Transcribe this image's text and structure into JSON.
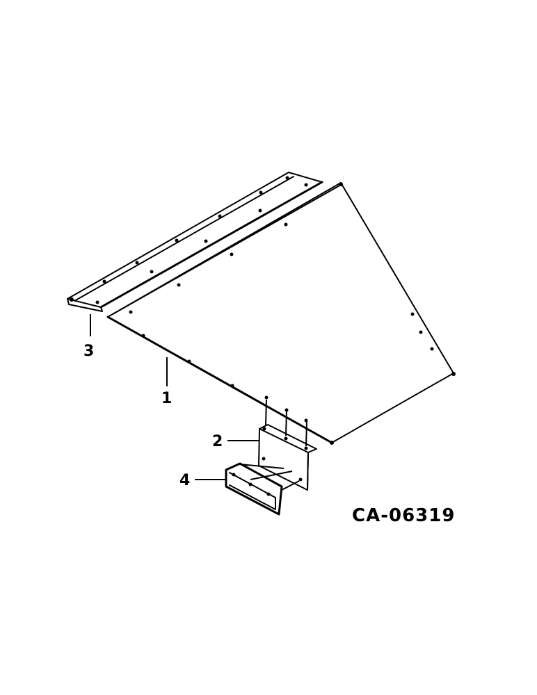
{
  "drawing": {
    "code": "CA-06319"
  },
  "callouts": {
    "part1": "1",
    "part2": "2",
    "part3": "3",
    "part4": "4"
  },
  "colors": {
    "ink": "#000000",
    "paper": "#ffffff"
  }
}
